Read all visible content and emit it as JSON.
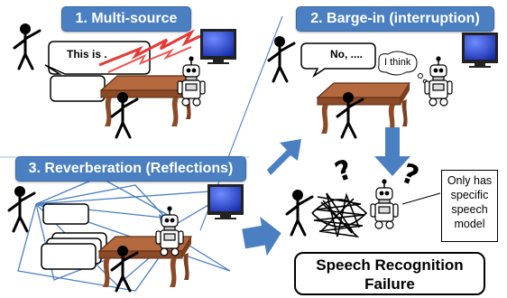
{
  "panels": {
    "multi_source": {
      "title": "1. Multi-source",
      "speech": "This is ."
    },
    "barge_in": {
      "title": "2. Barge-in (interruption)",
      "speech": "No, ....",
      "robot_thought": "I think"
    },
    "reverberation": {
      "title": "3. Reverberation (Reflections)"
    }
  },
  "result": {
    "model_note_lines": [
      "Only has",
      "specific",
      "speech",
      "model"
    ],
    "failure_lines": [
      "Speech Recognition",
      "Failure"
    ]
  },
  "colors": {
    "banner": "#4a7fc1",
    "arrow": "#4a7fc1",
    "noise": "#e53935",
    "table": "#9b5a36",
    "tv_screen": "#2340c8"
  }
}
